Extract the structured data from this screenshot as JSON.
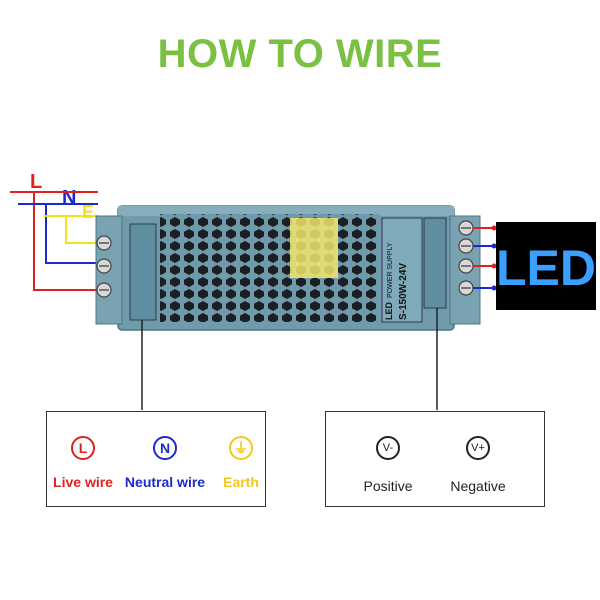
{
  "title": "HOW TO WIRE",
  "colors": {
    "title": "#7ac143",
    "live": "#e02020",
    "neutral": "#1a2ad0",
    "earth": "#f3e21a",
    "case": "#6f9bab",
    "case_dark": "#4d7585",
    "led_text": "#3aa0ff",
    "line": "#222222"
  },
  "wire_labels": {
    "live": "L",
    "neutral": "N",
    "earth": "E"
  },
  "device": {
    "brand": "LED",
    "product": "POWER SUPPLY",
    "model": "S-150W-24V"
  },
  "led_sign": "LED",
  "legend_input": [
    {
      "symbol": "L",
      "label": "Live wire",
      "color": "#e02020"
    },
    {
      "symbol": "N",
      "label": "Neutral wire",
      "color": "#1a2ad0"
    },
    {
      "symbol": "⏚",
      "label": "Earth",
      "color": "#f3c81a"
    }
  ],
  "legend_output": [
    {
      "symbol": "V-",
      "label": "Positive"
    },
    {
      "symbol": "V+",
      "label": "Negative"
    }
  ]
}
